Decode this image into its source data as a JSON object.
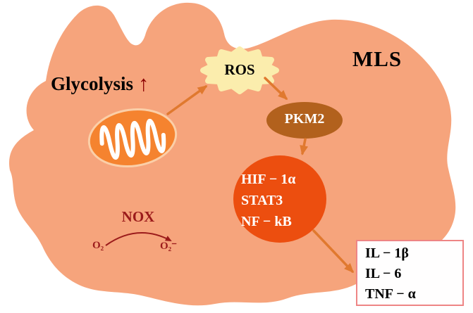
{
  "cell": {
    "label": "MLS"
  },
  "glycolysis": {
    "label": "Glycolysis",
    "arrow": "↑"
  },
  "ros": {
    "label": "ROS"
  },
  "pkm2": {
    "label": "PKM2"
  },
  "hif": {
    "lines": [
      "HIF − 1α",
      "STAT3",
      "NF − kB"
    ]
  },
  "nox": {
    "label": "NOX",
    "o2": "O₂",
    "o2_radical": "O₂⁻"
  },
  "cytokines": {
    "lines": [
      "IL − 1β",
      "IL − 6",
      "TNF − α"
    ]
  },
  "colors": {
    "cell": "#F6A47C",
    "mitochondria": "#F5832F",
    "mitochondria_rim": "#FBCFA8",
    "ros_burst": "#FBEDAD",
    "pkm2": "#B2611D",
    "hif": "#EC4E0F",
    "arrow": "#E0792F",
    "dark_red": "#9B1B1B",
    "box_border": "#EE8585"
  }
}
